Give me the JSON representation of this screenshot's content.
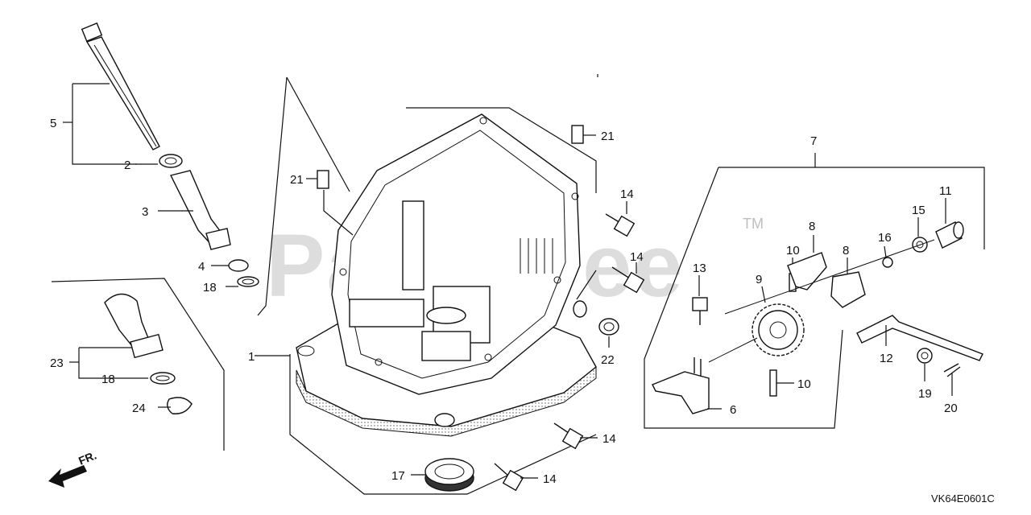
{
  "watermark": {
    "text": "PartsTree",
    "trademark": "TM"
  },
  "diagram_code": "VK64E0601C",
  "direction_label": "FR.",
  "callouts": {
    "c1": "1",
    "c2": "2",
    "c3": "3",
    "c4": "4",
    "c5": "5",
    "c6": "6",
    "c7": "7",
    "c8a": "8",
    "c8b": "8",
    "c9": "9",
    "c10a": "10",
    "c10b": "10",
    "c11": "11",
    "c12": "12",
    "c13": "13",
    "c14a": "14",
    "c14b": "14",
    "c14c": "14",
    "c14d": "14",
    "c15": "15",
    "c16": "16",
    "c17": "17",
    "c18a": "18",
    "c18b": "18",
    "c19": "19",
    "c20": "20",
    "c21a": "21",
    "c21b": "21",
    "c22": "22",
    "c23": "23",
    "c24": "24"
  }
}
